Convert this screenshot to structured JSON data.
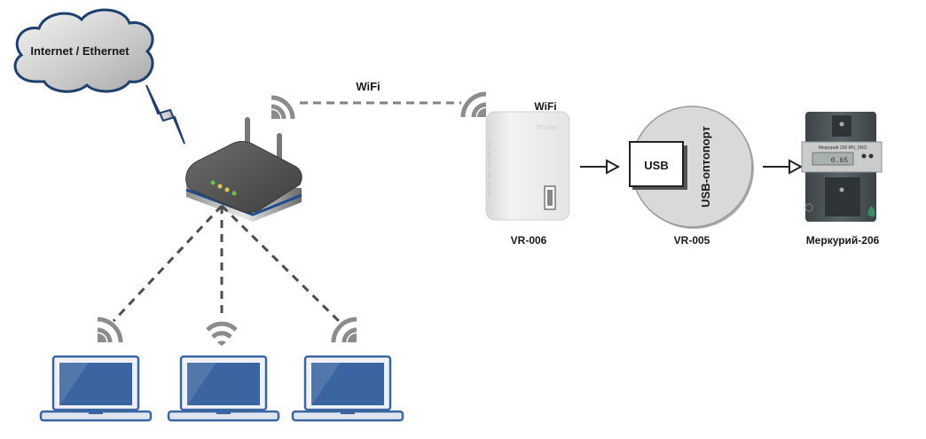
{
  "cloud": {
    "label": "Internet / Ethernet"
  },
  "links": {
    "wifi_label": "WiFi",
    "device_wifi_label": "WiFi"
  },
  "devices": {
    "router": {
      "name": "router"
    },
    "vr006": {
      "label": "VR-006",
      "brand": "TP-LINK"
    },
    "vr005": {
      "label": "VR-005",
      "usb_label": "USB",
      "port_label": "USB-оптопорт"
    },
    "meter": {
      "label": "Меркурий-206",
      "display_value": "0.65",
      "brand_text": "Меркурий 206 RN_SNO"
    }
  },
  "laptops": [
    {
      "name": "laptop-left"
    },
    {
      "name": "laptop-center"
    },
    {
      "name": "laptop-right"
    }
  ],
  "colors": {
    "cloud_stroke": "#1f3f6e",
    "laptop_blue": "#3a65a0",
    "wifi_gray": "#8c8c8c",
    "dash_gray": "#4d4d4d",
    "router_band": "#1e4c8c"
  }
}
